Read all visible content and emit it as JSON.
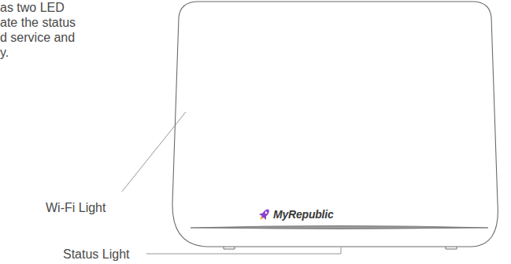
{
  "diagram": {
    "labels": [
      "as two LED",
      "ate the status",
      "d service and",
      "y.",
      "MyRepublic",
      "Wi-Fi Light",
      "Status Light"
    ]
  }
}
